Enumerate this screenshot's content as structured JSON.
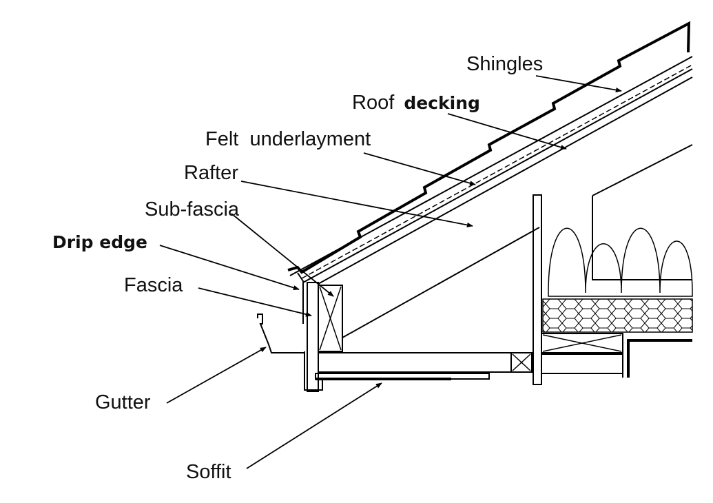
{
  "labels": {
    "shingles": "Shingles",
    "roof_decking_regular": "Roof",
    "roof_decking_bold": "decking",
    "felt_underlayment": "Felt  underlayment",
    "rafter": "Rafter",
    "sub_fascia": "Sub-fascia",
    "drip_edge": "Drip edge",
    "fascia": "Fascia",
    "gutter": "Gutter",
    "soffit": "Soffit"
  }
}
